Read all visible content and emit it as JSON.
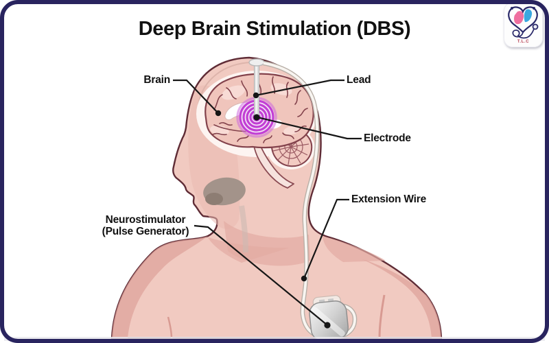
{
  "title": "Deep Brain Stimulation (DBS)",
  "logo": {
    "caption": "T.L.C"
  },
  "diagram": {
    "type": "medical-anatomy-diagram",
    "subject": "Deep brain stimulation implant in human head and torso, sagittal view",
    "labels": {
      "brain": "Brain",
      "lead": "Lead",
      "electrode": "Electrode",
      "extension_wire": "Extension Wire",
      "neurostimulator": "Neurostimulator",
      "neurostimulator_sub": "(Pulse Generator)"
    },
    "colors": {
      "skin": "#f1cac1",
      "skin_shadow": "#e2aba3",
      "outline_maroon": "#5f2c36",
      "brain_fill": "#f0c5bc",
      "brain_fold": "#82414b",
      "stimulation_purple": "#c23fd4",
      "wire_white": "#f8f5f1",
      "device_silver": "#cfcfcf",
      "border_navy": "#29245f",
      "label_text": "#111111"
    }
  }
}
